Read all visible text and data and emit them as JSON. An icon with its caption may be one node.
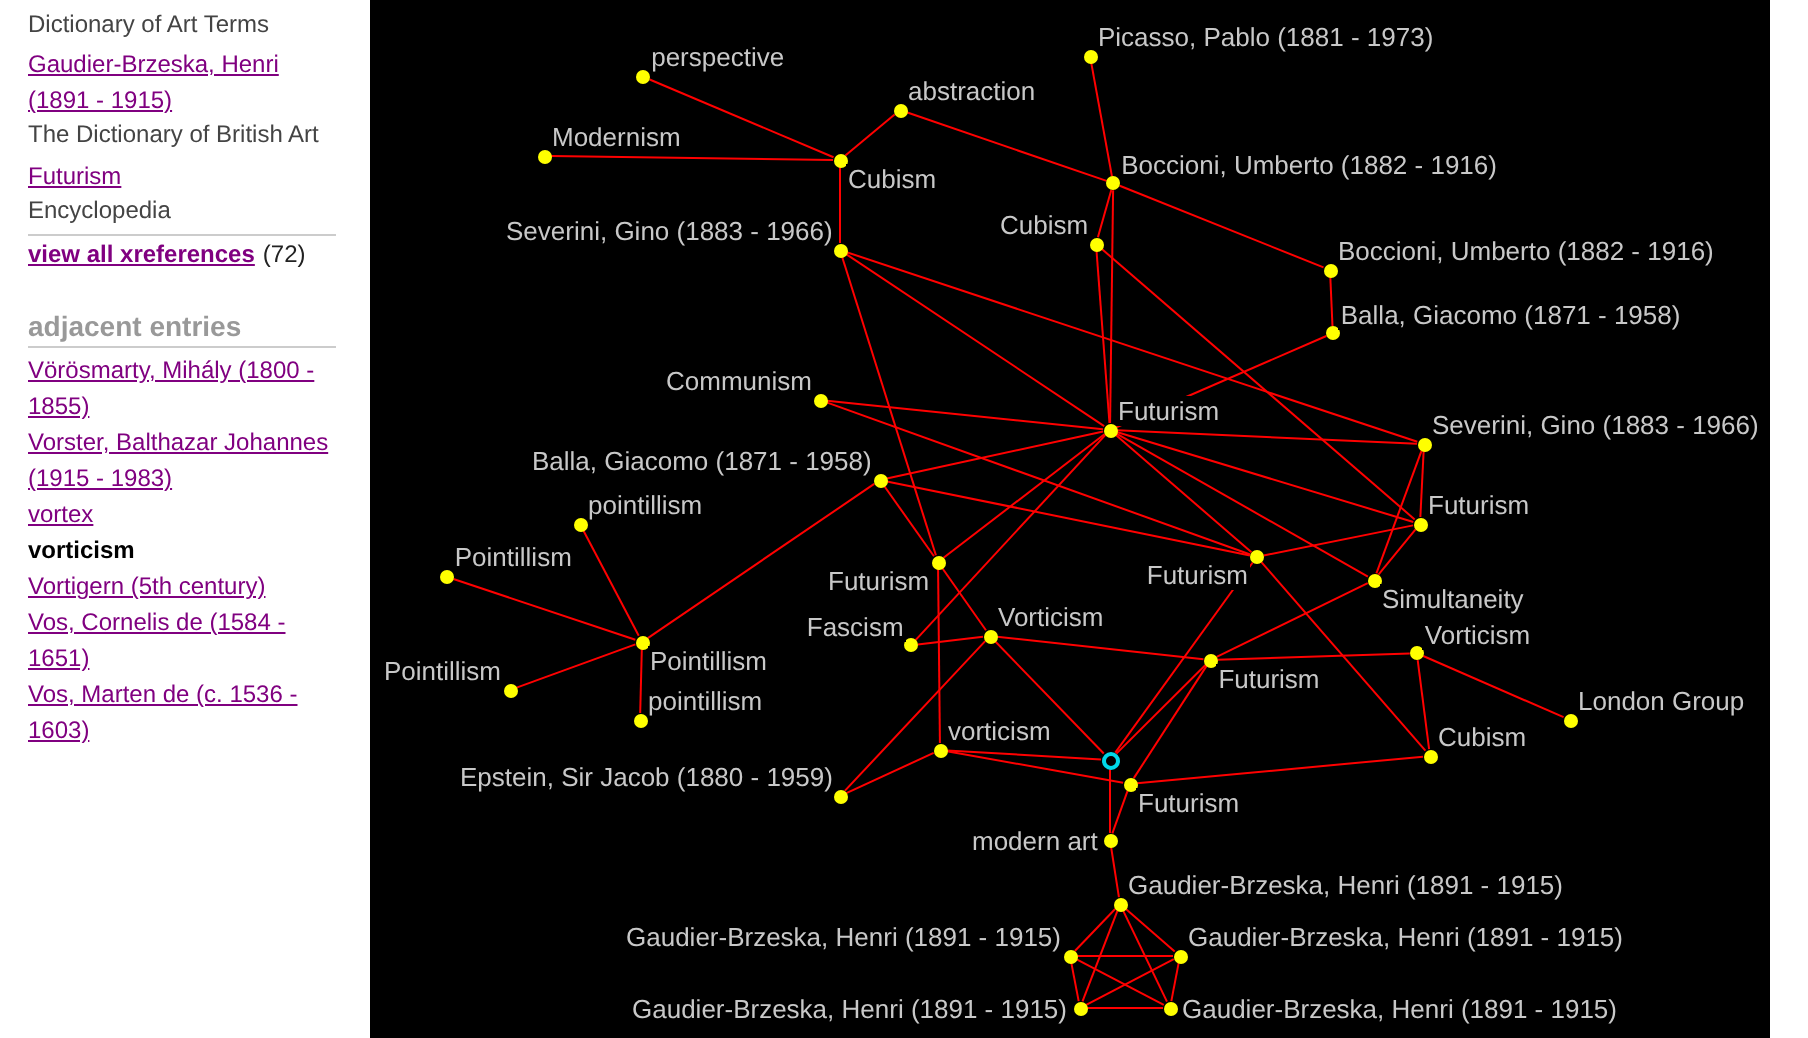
{
  "diagram": {
    "nodes": [
      {
        "text": [
          "perspective"
        ]
      },
      {
        "text": [
          "Modernism"
        ]
      },
      {
        "text": [
          "Cubism"
        ]
      },
      {
        "text": [
          "abstraction"
        ]
      },
      {
        "text": [
          "Picasso, Pablo (1881 - 1973)"
        ]
      },
      {
        "text": [
          "Boccioni, Umberto (1882 - 1916)"
        ]
      },
      {
        "text": [
          "Boccioni, Umberto (1882 - 1916)"
        ]
      },
      {
        "text": [
          "Severini, Gino (1883 - 1966)"
        ]
      },
      {
        "text": [
          "Balla, Giacomo (1871 - 1958)"
        ]
      },
      {
        "text": [
          "Cubism"
        ]
      },
      {
        "text": [
          "Futurism"
        ]
      },
      {
        "text": [
          "pointillism"
        ]
      },
      {
        "text": [
          "Communism"
        ]
      },
      {
        "text": [
          "Futurism"
        ]
      },
      {
        "text": [
          "Severini, Gino (1883 - 1966)"
        ]
      },
      {
        "text": [
          "Pointillism"
        ]
      },
      {
        "text": [
          "Balla, Giacomo (1871 - 1958)"
        ]
      },
      {
        "text": [
          "Futurism"
        ]
      },
      {
        "text": [
          "Pointillism"
        ]
      },
      {
        "text": [
          "Simultaneity"
        ]
      },
      {
        "text": [
          "Futurism"
        ]
      },
      {
        "text": [
          "Fascism"
        ]
      },
      {
        "text": [
          "Pointillism"
        ]
      },
      {
        "text": [
          "Vorticism"
        ]
      },
      {
        "text": [
          "Futurism"
        ]
      },
      {
        "text": [
          "pointillism"
        ]
      },
      {
        "text": [
          "Vorticism"
        ]
      },
      {
        "text": [],
        "shape": "circle"
      },
      {
        "text": [
          "London Group"
        ]
      },
      {
        "text": [
          "vorticism"
        ]
      },
      {
        "text": [
          "Cubism"
        ]
      },
      {
        "text": [
          "Epstein, Sir Jacob (1880 - 1959)"
        ]
      },
      {
        "text": [
          "Futurism"
        ]
      },
      {
        "text": [
          "modern art"
        ]
      },
      {
        "text": [
          "Gaudier-Brzeska, Henri (1891 - 1915)"
        ]
      },
      {
        "text": [
          "Gaudier-Brzeska, Henri (1891 - 1915)"
        ]
      },
      {
        "text": [
          "Gaudier-Brzeska, Henri (1891 - 1915)"
        ]
      },
      {
        "text": [
          "Gaudier-Brzeska, Henri (1891 - 1915)"
        ]
      },
      {
        "text": [
          "Gaudier-Brzeska, Henri (1891 - 1915)"
        ]
      }
    ],
    "edges": [
      {
        "from": 0,
        "to": 2,
        "arrow": "none"
      },
      {
        "from": 1,
        "to": 2,
        "arrow": "none"
      },
      {
        "from": 2,
        "to": 3,
        "arrow": "none"
      },
      {
        "from": 2,
        "to": 7,
        "arrow": "none"
      },
      {
        "from": 3,
        "to": 5,
        "arrow": "none"
      },
      {
        "from": 4,
        "to": 5,
        "arrow": "none"
      },
      {
        "from": 5,
        "to": 6,
        "arrow": "none"
      },
      {
        "from": 5,
        "to": 9,
        "arrow": "none"
      },
      {
        "from": 5,
        "to": 13,
        "arrow": "none"
      },
      {
        "from": 6,
        "to": 8,
        "arrow": "none"
      },
      {
        "from": 7,
        "to": 13,
        "arrow": "none"
      },
      {
        "from": 7,
        "to": 14,
        "arrow": "none"
      },
      {
        "from": 7,
        "to": 20,
        "arrow": "none"
      },
      {
        "from": 8,
        "to": 13,
        "arrow": "none"
      },
      {
        "from": 9,
        "to": 13,
        "arrow": "none"
      },
      {
        "from": 9,
        "to": 10,
        "arrow": "none"
      },
      {
        "from": 10,
        "to": 13,
        "arrow": "none"
      },
      {
        "from": 10,
        "to": 14,
        "arrow": "none"
      },
      {
        "from": 10,
        "to": 17,
        "arrow": "none"
      },
      {
        "from": 10,
        "to": 19,
        "arrow": "none"
      },
      {
        "from": 12,
        "to": 13,
        "arrow": "none"
      },
      {
        "from": 12,
        "to": 17,
        "arrow": "none"
      },
      {
        "from": 13,
        "to": 14,
        "arrow": "none"
      },
      {
        "from": 13,
        "to": 16,
        "arrow": "none"
      },
      {
        "from": 13,
        "to": 17,
        "arrow": "none"
      },
      {
        "from": 13,
        "to": 19,
        "arrow": "none"
      },
      {
        "from": 13,
        "to": 20,
        "arrow": "none"
      },
      {
        "from": 13,
        "to": 21,
        "arrow": "none"
      },
      {
        "from": 14,
        "to": 19,
        "arrow": "none"
      },
      {
        "from": 16,
        "to": 17,
        "arrow": "none"
      },
      {
        "from": 16,
        "to": 18,
        "arrow": "none"
      },
      {
        "from": 16,
        "to": 20,
        "arrow": "none"
      },
      {
        "from": 11,
        "to": 18,
        "arrow": "none"
      },
      {
        "from": 15,
        "to": 18,
        "arrow": "none"
      },
      {
        "from": 18,
        "to": 22,
        "arrow": "none"
      },
      {
        "from": 18,
        "to": 25,
        "arrow": "none"
      },
      {
        "from": 17,
        "to": 27,
        "arrow": "none"
      },
      {
        "from": 17,
        "to": 30,
        "arrow": "none"
      },
      {
        "from": 19,
        "to": 24,
        "arrow": "none"
      },
      {
        "from": 20,
        "to": 23,
        "arrow": "none"
      },
      {
        "from": 20,
        "to": 29,
        "arrow": "none"
      },
      {
        "from": 21,
        "to": 23,
        "arrow": "none"
      },
      {
        "from": 23,
        "to": 24,
        "arrow": "none"
      },
      {
        "from": 23,
        "to": 27,
        "arrow": "none"
      },
      {
        "from": 23,
        "to": 31,
        "arrow": "none"
      },
      {
        "from": 24,
        "to": 26,
        "arrow": "none"
      },
      {
        "from": 24,
        "to": 27,
        "arrow": "none"
      },
      {
        "from": 24,
        "to": 32,
        "arrow": "none"
      },
      {
        "from": 26,
        "to": 28,
        "arrow": "none"
      },
      {
        "from": 26,
        "to": 30,
        "arrow": "none"
      },
      {
        "from": 27,
        "to": 29,
        "arrow": "none"
      },
      {
        "from": 27,
        "to": 33,
        "arrow": "none"
      },
      {
        "from": 29,
        "to": 31,
        "arrow": "none"
      },
      {
        "from": 29,
        "to": 32,
        "arrow": "none"
      },
      {
        "from": 30,
        "to": 32,
        "arrow": "none"
      },
      {
        "from": 32,
        "to": 33,
        "arrow": "none"
      },
      {
        "from": 33,
        "to": 34,
        "arrow": "none"
      },
      {
        "from": 34,
        "to": 35,
        "arrow": "none"
      },
      {
        "from": 34,
        "to": 36,
        "arrow": "none"
      },
      {
        "from": 34,
        "to": 37,
        "arrow": "none"
      },
      {
        "from": 34,
        "to": 38,
        "arrow": "none"
      },
      {
        "from": 35,
        "to": 36,
        "arrow": "none"
      },
      {
        "from": 35,
        "to": 37,
        "arrow": "none"
      },
      {
        "from": 35,
        "to": 38,
        "arrow": "none"
      },
      {
        "from": 36,
        "to": 37,
        "arrow": "none"
      },
      {
        "from": 36,
        "to": 38,
        "arrow": "none"
      },
      {
        "from": 37,
        "to": 38,
        "arrow": "none"
      }
    ],
    "labels": [
      "Dictionary of Art Terms",
      "Gaudier-Brzeska, Henri (1891 - 1915)",
      "The Dictionary of British Art",
      "Futurism",
      "Encyclopedia",
      "view all xreferences",
      "(72)",
      "adjacent entries",
      "Vörösmarty, Mihály (1800 - 1855)",
      "Vorster, Balthazar Johannes (1915 - 1983)",
      "vortex",
      "vorticism",
      "Vortigern (5th century)",
      "Vos, Cornelis de (1584 - 1651)",
      "Vos, Marten de (c. 1536 - 1603)"
    ]
  }
}
